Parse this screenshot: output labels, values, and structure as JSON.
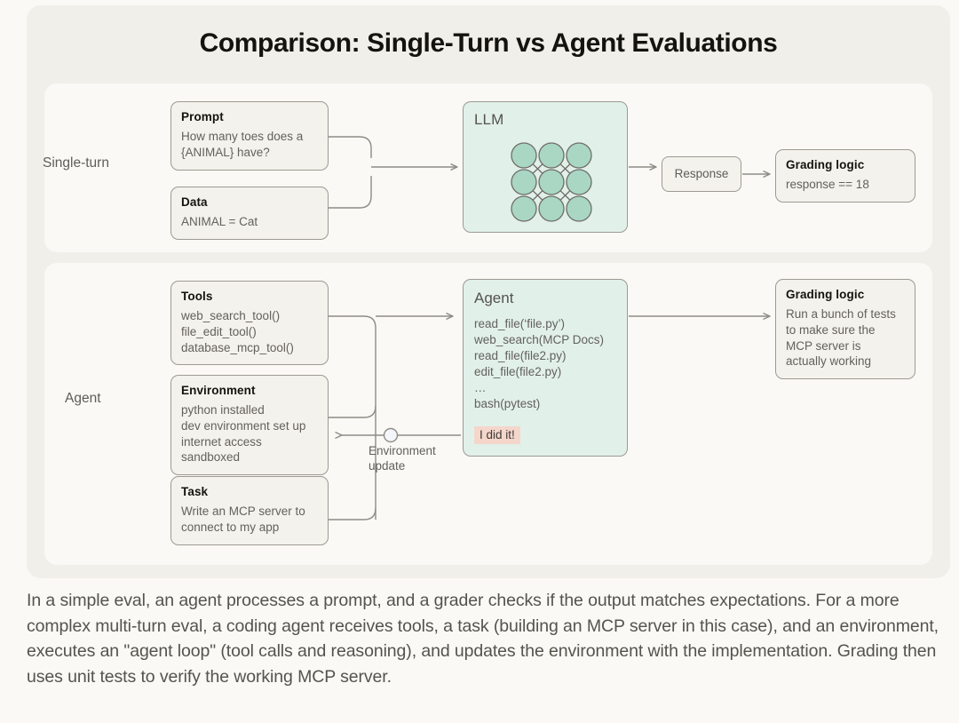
{
  "figure": {
    "title": "Comparison: Single-Turn vs Agent Evaluations",
    "rows": {
      "single_turn_label": "Single-turn",
      "agent_label": "Agent"
    }
  },
  "single_turn": {
    "prompt": {
      "title": "Prompt",
      "body": "How many toes does a\n{ANIMAL} have?"
    },
    "data": {
      "title": "Data",
      "body": "ANIMAL = Cat"
    },
    "llm": {
      "label": "LLM",
      "network": {
        "rows": 3,
        "cols": 3,
        "node_color": "#a9d7c3"
      }
    },
    "response": {
      "label": "Response"
    },
    "grading": {
      "title": "Grading logic",
      "body": "response == 18"
    }
  },
  "agent_row": {
    "tools": {
      "title": "Tools",
      "body": "web_search_tool()\nfile_edit_tool()\ndatabase_mcp_tool()"
    },
    "environment": {
      "title": "Environment",
      "body": "python installed\ndev environment set up\ninternet access\nsandboxed"
    },
    "task": {
      "title": "Task",
      "body": "Write an MCP server to\nconnect to my app"
    },
    "agent": {
      "label": "Agent",
      "trace": "read_file(‘file.py’)\nweb_search(MCP Docs)\nread_file(file2.py)\nedit_file(file2.py)\n…\nbash(pytest)",
      "done_badge": "I did it!"
    },
    "feedback": {
      "label": "Environment\nupdate"
    },
    "grading": {
      "title": "Grading logic",
      "body": "Run a bunch of tests\nto make sure the\nMCP server is\nactually working"
    }
  },
  "caption": {
    "text": "In a simple eval, an agent processes a prompt, and a grader checks if the output matches expectations. For a more complex multi-turn eval, a coding agent receives tools, a task (building an MCP server in this case), and an environment, executes an \"agent loop\" (tool calls and reasoning), and updates the environment with the implementation. Grading then uses unit tests to verify the working MCP server."
  },
  "colors": {
    "page_background": "#faf9f5",
    "card_background": "#f1efe9",
    "panel_background": "#faf9f5",
    "box_background": "#f4f2ec",
    "box_border": "#9c9a92",
    "llm_background": "#e2f0ea",
    "node_fill": "#a9d7c3",
    "highlight_pink": "#f4d6cb",
    "text_primary": "#15130f",
    "text_secondary": "#63615b",
    "connector": "#8e8c85"
  }
}
